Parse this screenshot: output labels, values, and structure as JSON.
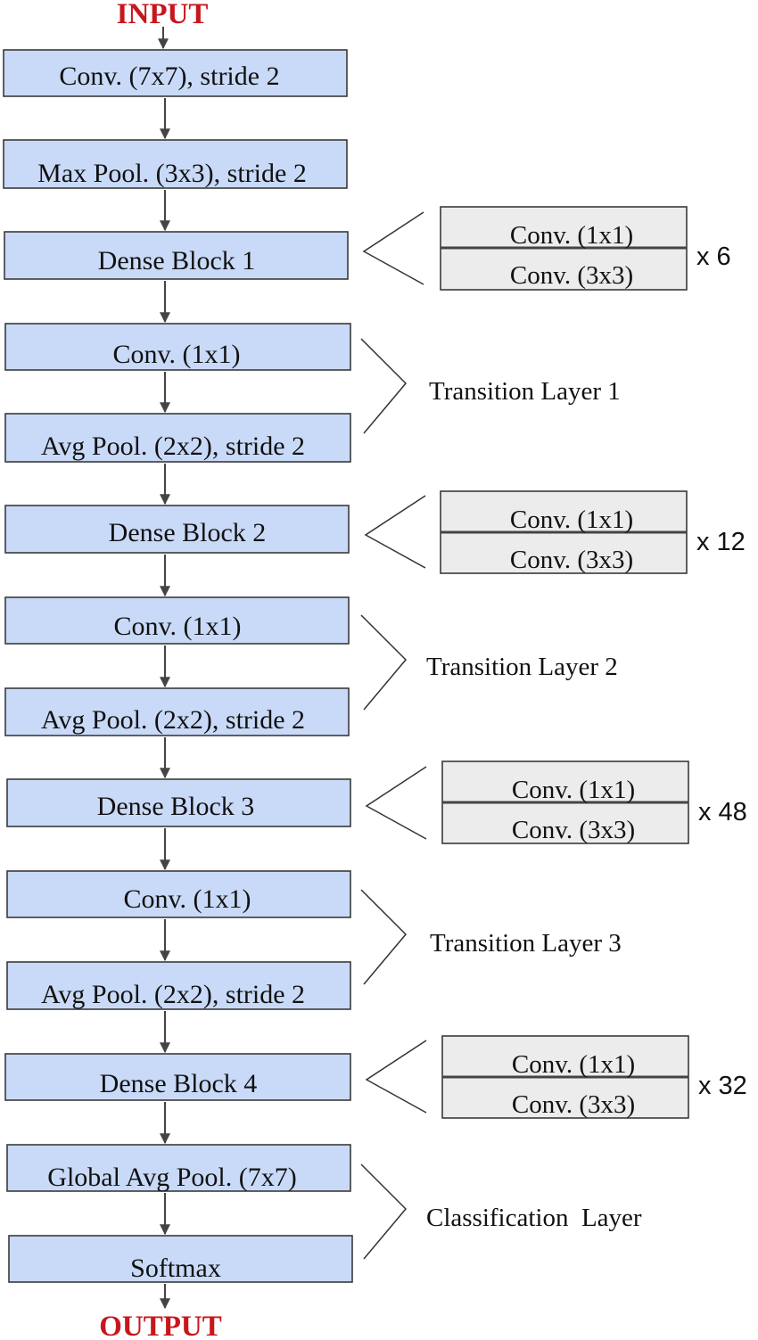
{
  "input_label": "INPUT",
  "output_label": "OUTPUT",
  "layers": [
    "Conv. (7x7), stride 2",
    "Max Pool. (3x3), stride 2",
    "Dense Block 1",
    "Conv. (1x1)",
    "Avg Pool. (2x2), stride 2",
    "Dense Block 2",
    "Conv. (1x1)",
    "Avg Pool. (2x2), stride 2",
    "Dense Block 3",
    "Conv. (1x1)",
    "Avg Pool. (2x2), stride 2",
    "Dense Block 4",
    "Global Avg Pool. (7x7)",
    "Softmax"
  ],
  "dense_blocks": [
    {
      "block": "Dense Block 1",
      "top": "Conv. (1x1)",
      "bottom": "Conv. (3x3)",
      "repeat": "x 6"
    },
    {
      "block": "Dense Block 2",
      "top": "Conv. (1x1)",
      "bottom": "Conv. (3x3)",
      "repeat": "x 12"
    },
    {
      "block": "Dense Block 3",
      "top": "Conv. (1x1)",
      "bottom": "Conv. (3x3)",
      "repeat": "x 48"
    },
    {
      "block": "Dense Block 4",
      "top": "Conv. (1x1)",
      "bottom": "Conv. (3x3)",
      "repeat": "x 32"
    }
  ],
  "groups": [
    "Transition Layer 1",
    "Transition Layer 2",
    "Transition Layer 3",
    "Classification  Layer"
  ]
}
